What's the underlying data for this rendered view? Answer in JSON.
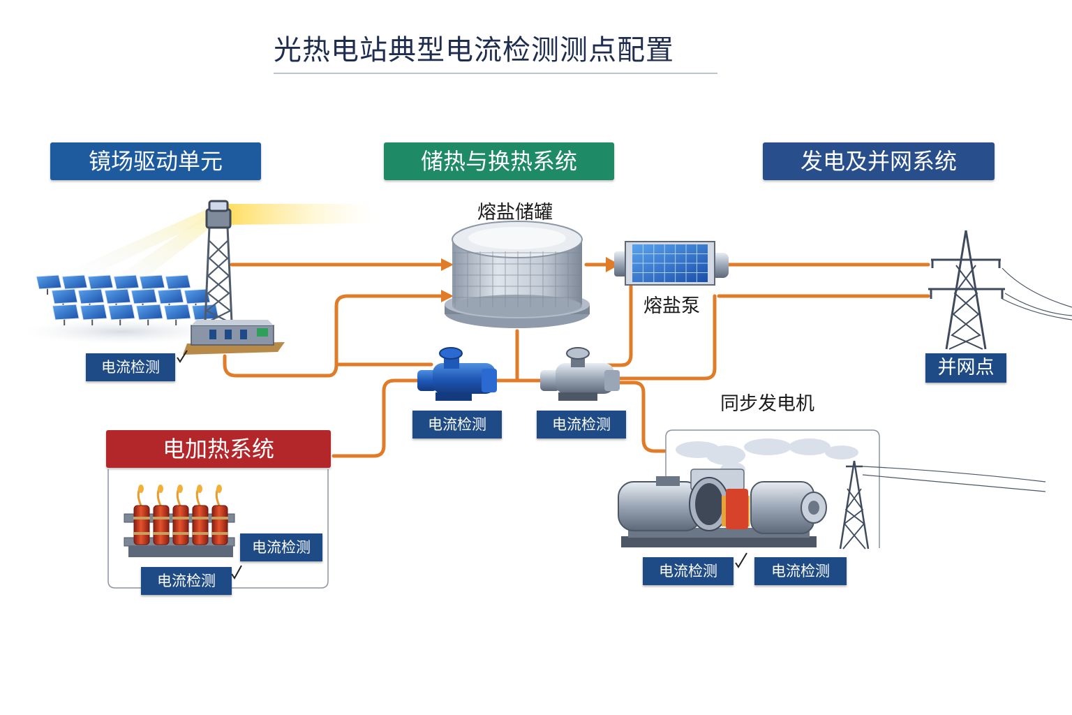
{
  "title": "光热电站典型电流检测测点配置",
  "sections": {
    "mirror_field": "镜场驱动单元",
    "storage": "储热与换热系统",
    "generation": "发电及并网系统",
    "electric_heating": "电加热系统"
  },
  "labels": {
    "salt_tank": "熔盐储罐",
    "salt_pump": "熔盐泵",
    "generator": "同步发电机",
    "grid_point": "并网点"
  },
  "badges": {
    "mirror_field": "电流检测",
    "pump_left": "电流检测",
    "pump_right": "电流检测",
    "heater_right": "电流检测",
    "heater_bottom": "电流检测",
    "generator_left": "电流检测",
    "generator_right": "电流检测"
  },
  "colors": {
    "pipe": "#e07b28",
    "mirror_field": "#1d5a9e",
    "storage": "#1f8a66",
    "generation": "#284f8c",
    "electric_heating": "#b3262a",
    "badge": "#1e4b86"
  },
  "icons": [
    "solar-panel-icon",
    "tower-icon",
    "tank-icon",
    "pump-icon",
    "heater-icon",
    "generator-icon",
    "pylon-icon"
  ]
}
